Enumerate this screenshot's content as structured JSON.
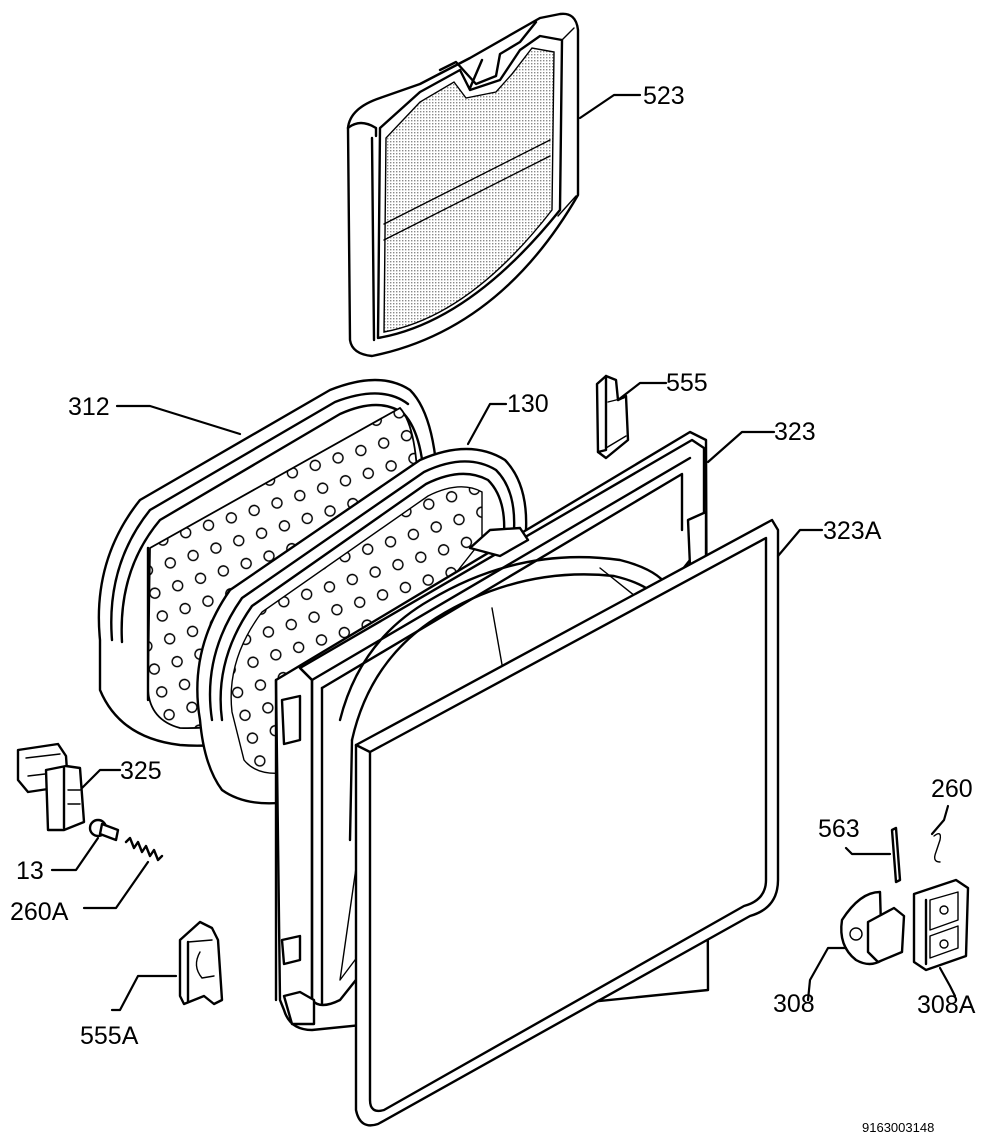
{
  "labels": {
    "p523": "523",
    "p555": "555",
    "p312": "312",
    "p130": "130",
    "p323": "323",
    "p323a": "323A",
    "p325": "325",
    "p13": "13",
    "p260a": "260A",
    "p555a": "555A",
    "p260": "260",
    "p563": "563",
    "p308": "308",
    "p308a": "308A"
  },
  "document_number": "9163003148",
  "colors": {
    "line": "#000000",
    "background": "#ffffff",
    "mesh": "#bbbbbb"
  }
}
